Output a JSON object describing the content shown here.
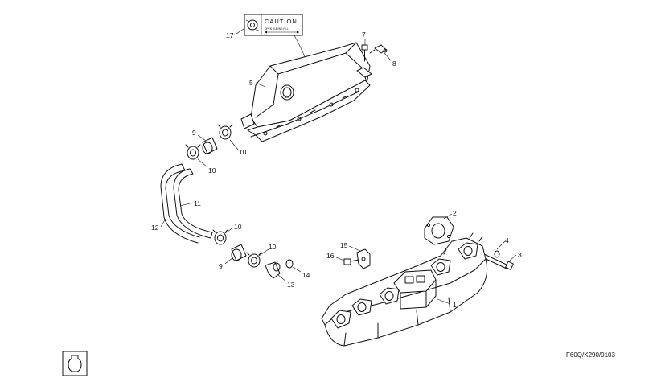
{
  "caution_label": {
    "title": "CAUTION",
    "subtitle": "OPEN DURING FILL"
  },
  "callouts": [
    {
      "id": "17",
      "text": "17"
    },
    {
      "id": "7",
      "text": "7"
    },
    {
      "id": "8",
      "text": "8"
    },
    {
      "id": "5",
      "text": "5"
    },
    {
      "id": "9a",
      "text": "9"
    },
    {
      "id": "10a",
      "text": "10"
    },
    {
      "id": "10b",
      "text": "10"
    },
    {
      "id": "11",
      "text": "11"
    },
    {
      "id": "12",
      "text": "12"
    },
    {
      "id": "10c",
      "text": "10"
    },
    {
      "id": "9b",
      "text": "9"
    },
    {
      "id": "10d",
      "text": "10"
    },
    {
      "id": "14",
      "text": "14"
    },
    {
      "id": "13",
      "text": "13"
    },
    {
      "id": "15",
      "text": "15"
    },
    {
      "id": "16",
      "text": "16"
    },
    {
      "id": "2",
      "text": "2"
    },
    {
      "id": "4",
      "text": "4"
    },
    {
      "id": "3",
      "text": "3"
    },
    {
      "id": "1",
      "text": "1"
    }
  ],
  "figure_ref": "F60Q/K290/0103",
  "section_icon": "engine-block-icon"
}
